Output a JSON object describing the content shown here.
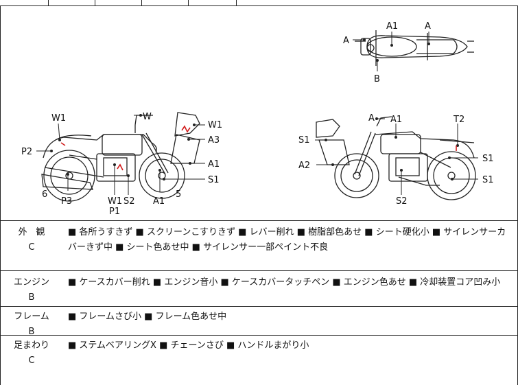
{
  "diagram_labels": {
    "top": {
      "a_left": "A",
      "a1": "A1",
      "a_right": "A",
      "b": "B"
    },
    "left": {
      "w1": "W1",
      "w": "W",
      "w1_right": "W1",
      "a3": "A3",
      "a1_right": "A1",
      "s1": "S1",
      "p2": "P2",
      "six": "6",
      "p3": "P3",
      "w1_bottom": "W1",
      "p1": "P1",
      "s2": "S2",
      "a1_bottom": "A1",
      "five": "5"
    },
    "right": {
      "a": "A",
      "a1": "A1",
      "t2": "T2",
      "s1_left": "S1",
      "a2": "A2",
      "s1_right_top": "S1",
      "s1_right_bottom": "S1",
      "s2": "S2"
    }
  },
  "rows": [
    {
      "category": "外　観",
      "grade": "C",
      "text": "■ 各所うすきず ■ スクリーンこすりきず ■ レバー削れ ■ 樹脂部色あせ ■ シート硬化小 ■ サイレンサーカバーきず中 ■ シート色あせ中 ■ サイレンサー一部ペイント不良"
    },
    {
      "category": "エンジン",
      "grade": "B",
      "text": "■ ケースカバー削れ ■ エンジン音小 ■ ケースカバータッチペン ■ エンジン色あせ ■ 冷却装置コア凹み小"
    },
    {
      "category": "フレーム",
      "grade": "B",
      "text": "■ フレームさび小 ■ フレーム色あせ中"
    },
    {
      "category": "足まわり",
      "grade": "C",
      "text": "■ ステムベアリングX ■ チェーンさび ■ ハンドルまがり小"
    }
  ],
  "colors": {
    "damage_mark": "#d11a1a",
    "line": "#222222"
  }
}
